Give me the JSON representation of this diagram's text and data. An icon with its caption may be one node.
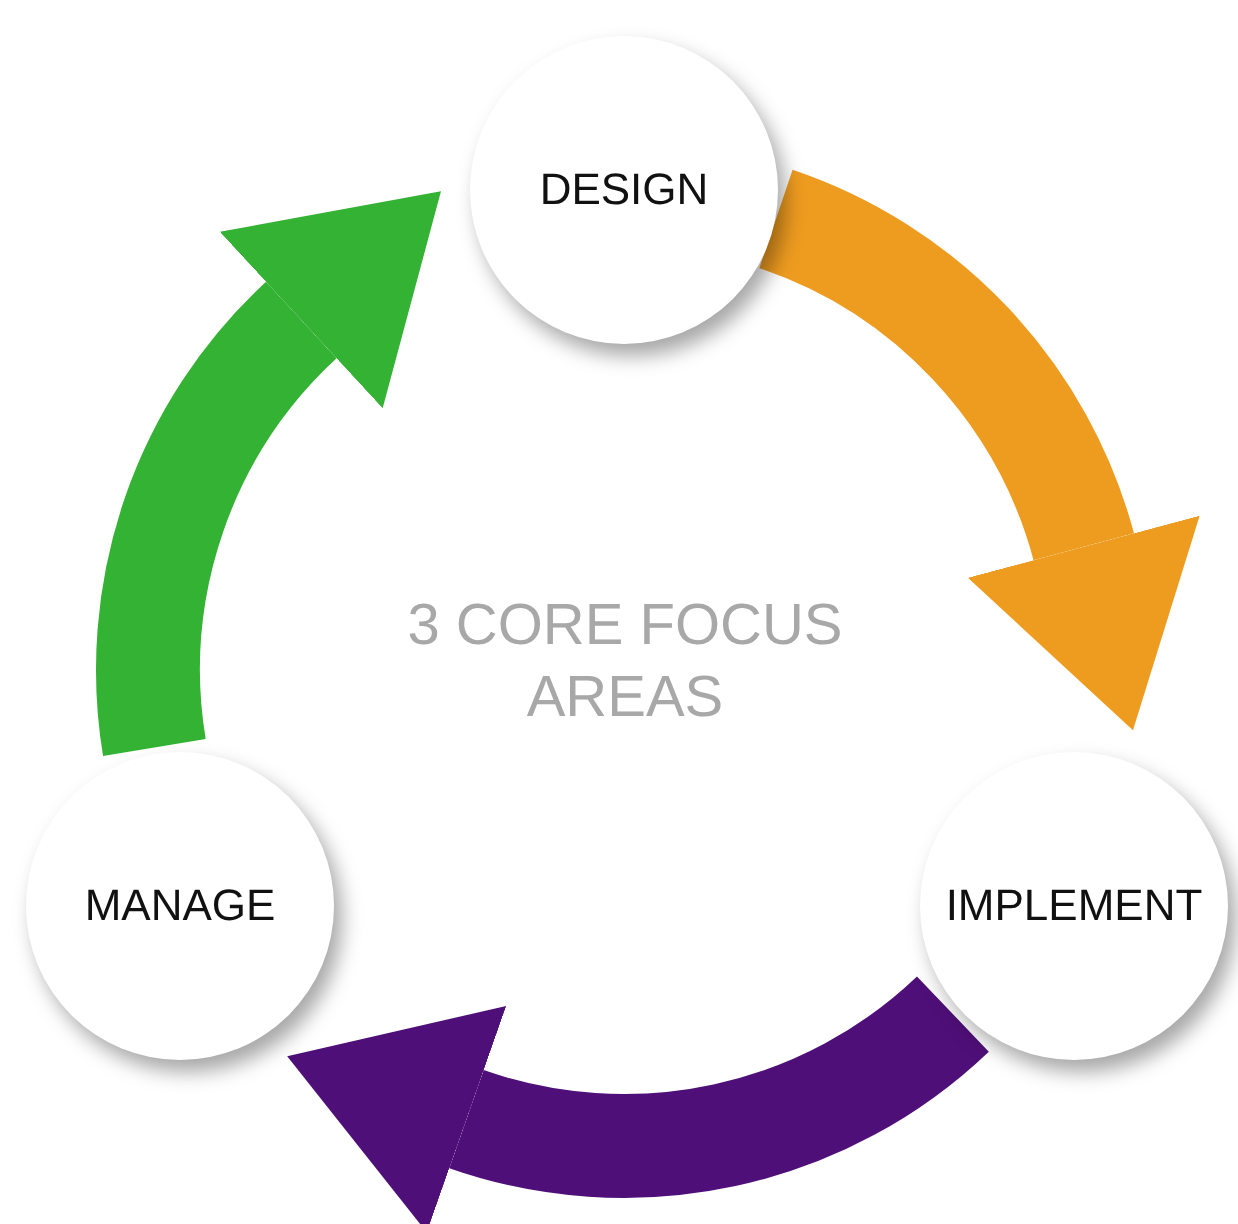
{
  "diagram": {
    "nodes": [
      {
        "text": [
          "DESIGN"
        ]
      },
      {
        "text": [
          "IMPLEMENT"
        ]
      },
      {
        "text": [
          "MANAGE"
        ]
      }
    ],
    "edges": [
      {
        "from": 0,
        "to": 1,
        "arrow": "to",
        "color": "#ee9c20"
      },
      {
        "from": 1,
        "to": 2,
        "arrow": "to",
        "color": "#4f0f78"
      },
      {
        "from": 2,
        "to": 0,
        "arrow": "to",
        "color": "#33b233"
      }
    ],
    "labels": [
      "3 CORE FOCUS AREAS"
    ]
  }
}
